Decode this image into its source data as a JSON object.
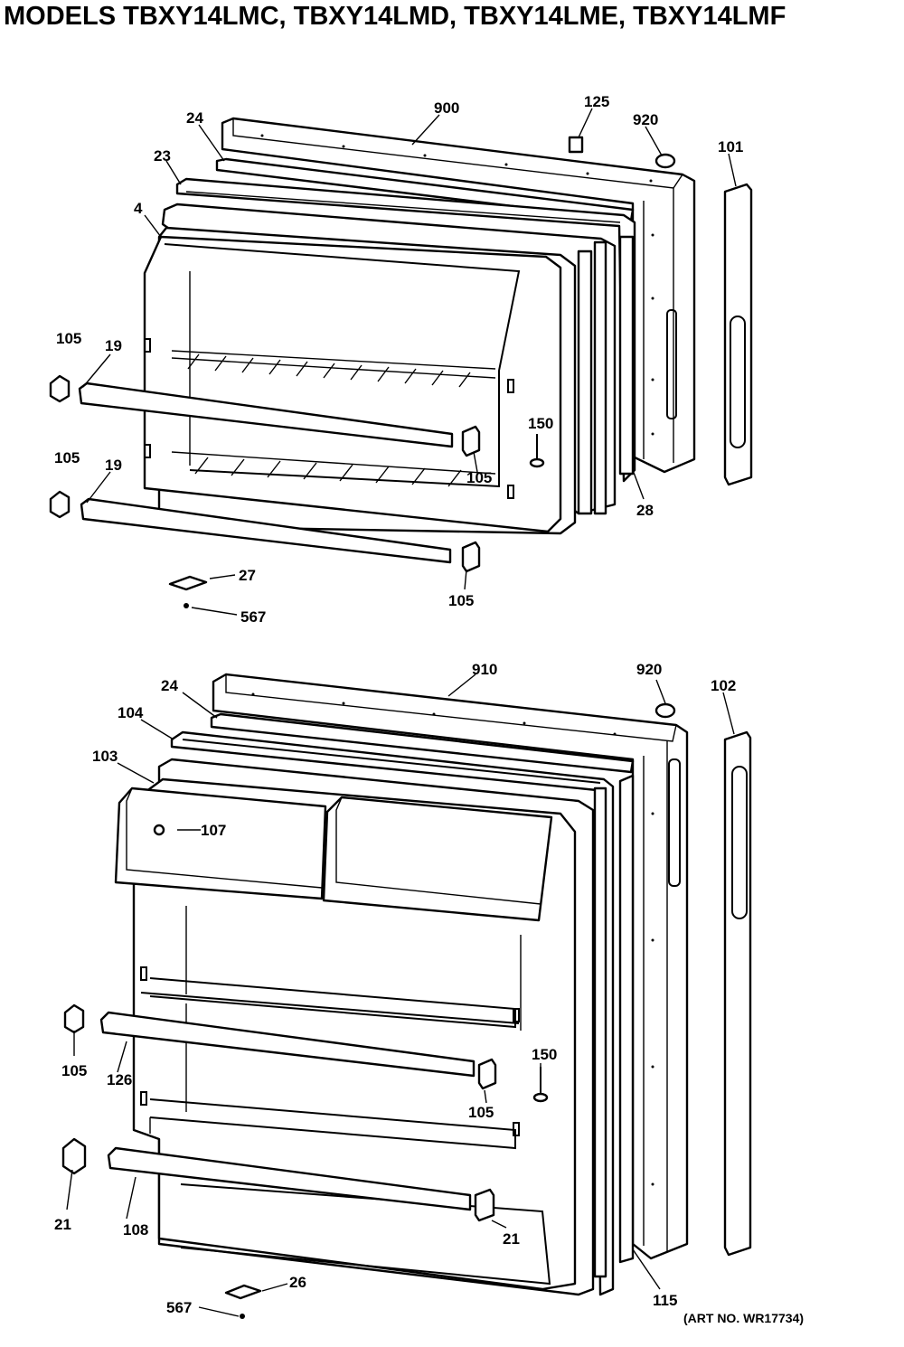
{
  "title": "MODELS TBXY14LMC, TBXY14LMD, TBXY14LME, TBXY14LMF",
  "art_number": "(ART NO. WR17734)",
  "upper_labels": {
    "l900": "900",
    "l125": "125",
    "l920": "920",
    "l101": "101",
    "l24": "24",
    "l23": "23",
    "l4": "4",
    "l105a": "105",
    "l19a": "19",
    "l105b": "105",
    "l19b": "19",
    "l105c": "105",
    "l150": "150",
    "l28": "28",
    "l105d": "105",
    "l27": "27",
    "l567": "567"
  },
  "lower_labels": {
    "l910": "910",
    "l920": "920",
    "l102": "102",
    "l24": "24",
    "l104": "104",
    "l103": "103",
    "l107": "107",
    "l105a": "105",
    "l126": "126",
    "l150": "150",
    "l105b": "105",
    "l21a": "21",
    "l108": "108",
    "l21b": "21",
    "l115": "115",
    "l26": "26",
    "l567": "567"
  }
}
